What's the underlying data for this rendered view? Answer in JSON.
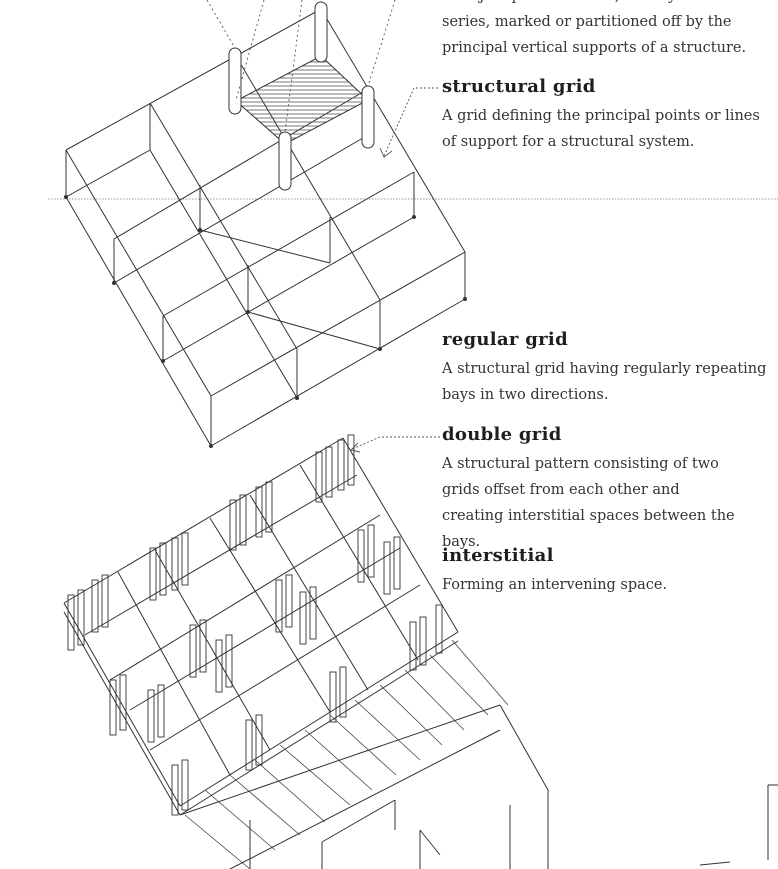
{
  "glossary": [
    {
      "id": "bay",
      "term": "",
      "definition": "A major spatial division, usually one of a series, marked or partitioned off by the principal vertical supports of a structure."
    },
    {
      "id": "structural-grid",
      "term": "structural grid",
      "definition": "A grid defining the principal points or lines of support for a structural system."
    },
    {
      "id": "regular-grid",
      "term": "regular grid",
      "definition": "A structural grid having regularly repeating bays in two directions."
    },
    {
      "id": "double-grid",
      "term": "double grid",
      "definition": "A structural pattern consisting of two grids offset from each other and creating interstitial spaces between the bays."
    },
    {
      "id": "interstitial",
      "term": "interstitial",
      "definition": "Forming an intervening space."
    }
  ],
  "colors": {
    "ink": "#333333",
    "hatch": "#555555",
    "text": "#2a2a2a"
  }
}
